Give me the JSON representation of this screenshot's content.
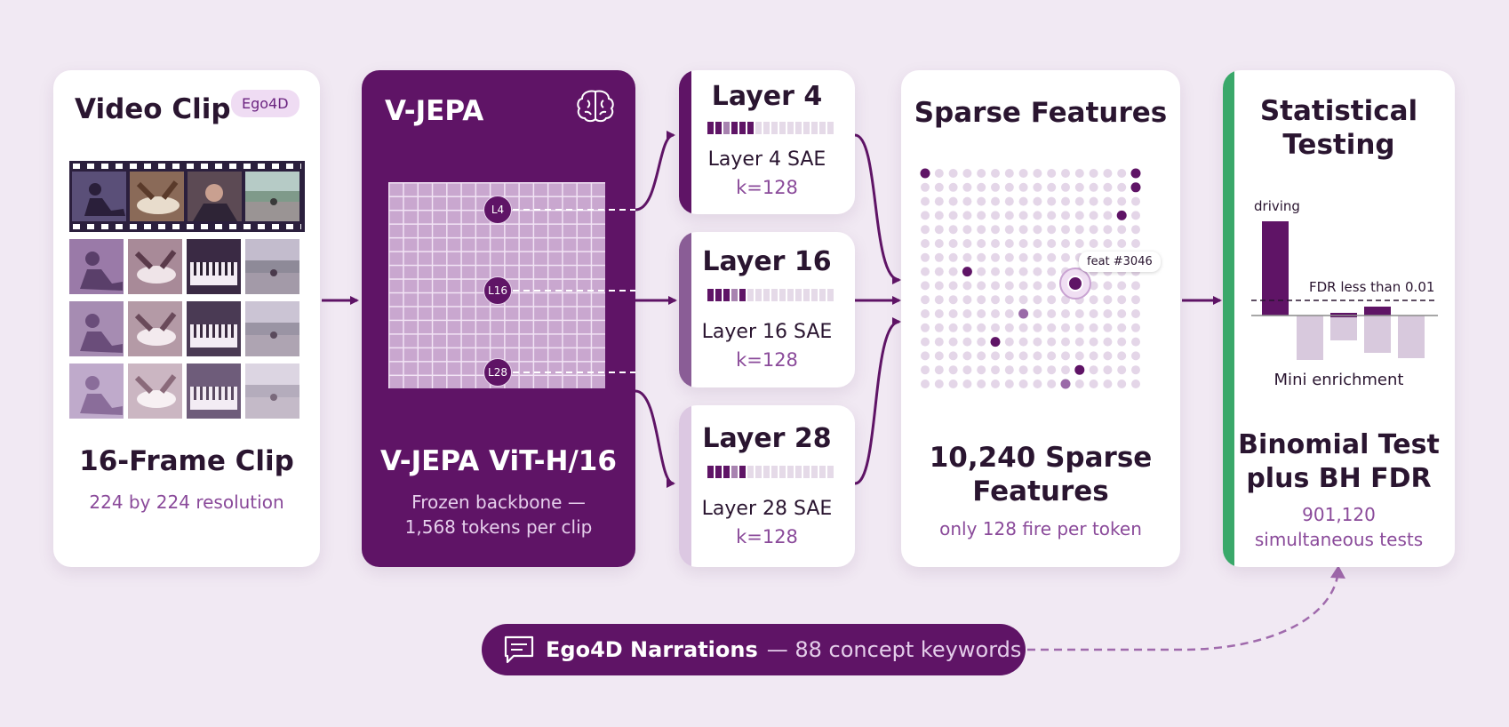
{
  "colors": {
    "background": "#f1e9f3",
    "primary_purple": "#5f1466",
    "accent_light_purple": "#8a4a9a",
    "green_accent": "#3aa86a"
  },
  "video_clip": {
    "title": "Video Clip",
    "badge": "Ego4D",
    "clip_label": "16-Frame Clip",
    "resolution": "224 by 224 resolution"
  },
  "vjepa": {
    "title": "V-JEPA",
    "icon": "brain-icon",
    "layer_markers": [
      "L4",
      "L16",
      "L28"
    ],
    "model_name": "V-JEPA ViT-H/16",
    "description_line1": "Frozen backbone —",
    "description_line2": "1,568 tokens per clip"
  },
  "layers": [
    {
      "title": "Layer 4",
      "sae": "Layer 4 SAE",
      "k": "k=128"
    },
    {
      "title": "Layer 16",
      "sae": "Layer 16 SAE",
      "k": "k=128"
    },
    {
      "title": "Layer 28",
      "sae": "Layer 28 SAE",
      "k": "k=128"
    }
  ],
  "sparse_features": {
    "title": "Sparse Features",
    "feature_label": "feat #3046",
    "count_line1": "10,240 Sparse",
    "count_line2": "Features",
    "note": "only 128 fire per token"
  },
  "statistical_testing": {
    "title_line1": "Statistical",
    "title_line2": "Testing",
    "bar_label": "driving",
    "threshold_label": "FDR less than 0.01",
    "axis_label": "Mini enrichment",
    "test_line1": "Binomial Test",
    "test_line2": "plus BH FDR",
    "count_line1": "901,120",
    "count_line2": "simultaneous tests"
  },
  "narrations": {
    "icon": "chat-icon",
    "label": "Ego4D Narrations",
    "detail": "— 88 concept keywords"
  }
}
